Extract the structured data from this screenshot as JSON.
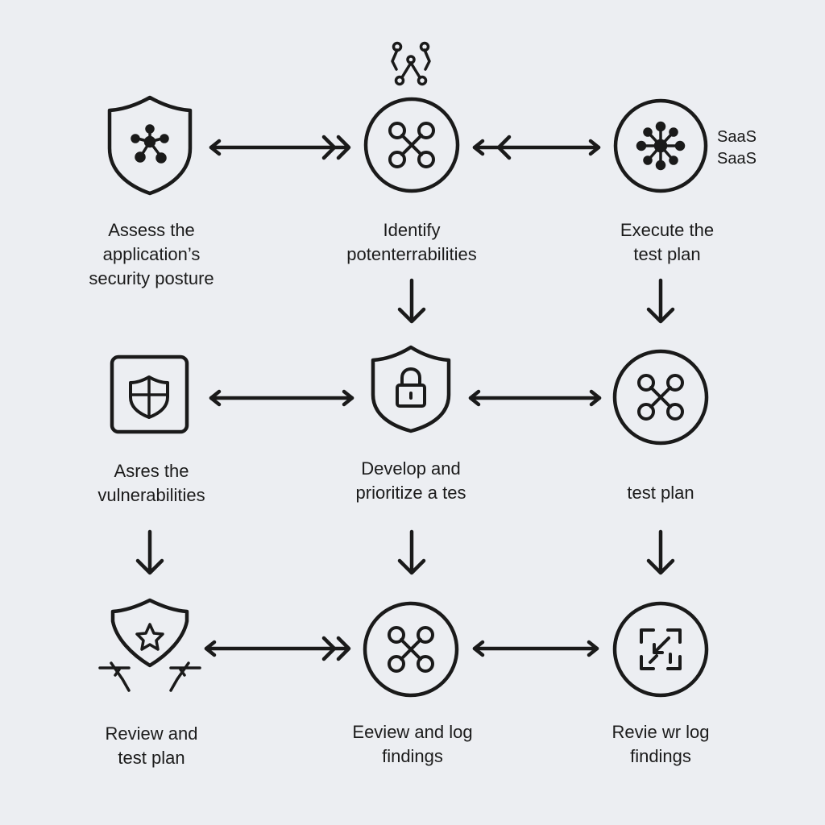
{
  "colors": {
    "background": "#eceef2",
    "stroke": "#1a1a1a"
  },
  "nodes": [
    {
      "id": "assess-posture",
      "icon": "shield-network-icon",
      "label_lines": [
        "Assess the",
        "application’s",
        "security posture"
      ]
    },
    {
      "id": "identify",
      "icon": "circle-network-icon",
      "label_lines": [
        "Identify",
        "potenterrabilities"
      ]
    },
    {
      "id": "execute-test-plan",
      "icon": "circle-hub-icon",
      "label_lines": [
        "Execute the",
        "test plan"
      ],
      "side_label_lines": [
        "SaaS",
        "SaaS"
      ]
    },
    {
      "id": "assess-vulnerabilities",
      "icon": "square-shield-icon",
      "label_lines": [
        "Asres the",
        "vulnerabilities"
      ]
    },
    {
      "id": "develop-prioritize",
      "icon": "shield-lock-icon",
      "label_lines": [
        "Develop and",
        "prioritize a tes"
      ]
    },
    {
      "id": "test-plan",
      "icon": "circle-network-icon",
      "label_lines": [
        "test plan"
      ]
    },
    {
      "id": "review-test-plan",
      "icon": "shield-star-icon",
      "label_lines": [
        "Review and",
        "test plan"
      ]
    },
    {
      "id": "eeview-log-findings",
      "icon": "circle-network-icon",
      "label_lines": [
        "Eeview and log",
        "findings"
      ]
    },
    {
      "id": "revie-log-findings",
      "icon": "circle-expand-icon",
      "label_lines": [
        "Revie wr log",
        "findings"
      ]
    }
  ],
  "top_decoration_icon": "network-branch-icon",
  "connectors": [
    {
      "from": "assess-posture",
      "to": "identify",
      "type": "bidirectional"
    },
    {
      "from": "identify",
      "to": "execute-test-plan",
      "type": "bidirectional"
    },
    {
      "from": "identify",
      "to": "develop-prioritize",
      "type": "down"
    },
    {
      "from": "execute-test-plan",
      "to": "test-plan",
      "type": "down"
    },
    {
      "from": "assess-vulnerabilities",
      "to": "develop-prioritize",
      "type": "bidirectional"
    },
    {
      "from": "develop-prioritize",
      "to": "test-plan",
      "type": "bidirectional"
    },
    {
      "from": "assess-vulnerabilities",
      "to": "review-test-plan",
      "type": "down"
    },
    {
      "from": "develop-prioritize",
      "to": "eeview-log-findings",
      "type": "down"
    },
    {
      "from": "test-plan",
      "to": "revie-log-findings",
      "type": "down"
    },
    {
      "from": "review-test-plan",
      "to": "eeview-log-findings",
      "type": "bidirectional"
    },
    {
      "from": "eeview-log-findings",
      "to": "revie-log-findings",
      "type": "bidirectional"
    }
  ]
}
